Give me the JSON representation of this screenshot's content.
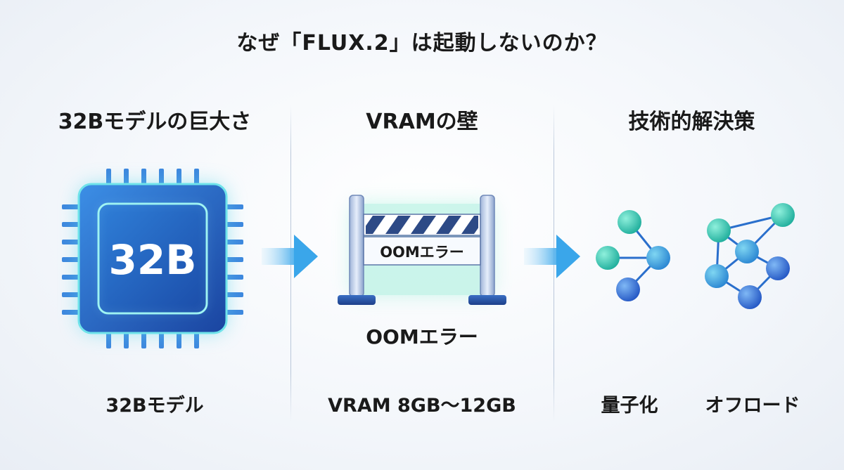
{
  "title": "なぜ「FLUX.2」は起動しないのか？",
  "columns": [
    {
      "heading": "32Bモデルの巨大さ",
      "chip_label": "32B",
      "caption": "32Bモデル"
    },
    {
      "heading": "VRAMの壁",
      "barrier_sign": "OOMエラー",
      "label": "OOMエラー",
      "caption": "VRAM 8GB〜12GB"
    },
    {
      "heading": "技術的解決策",
      "captions": [
        "量子化",
        "オフロード"
      ]
    }
  ],
  "icons": [
    "chip-icon",
    "arrow-right-icon",
    "barrier-icon",
    "quantization-graph-icon",
    "offload-graph-icon"
  ],
  "colors": {
    "chip_dark": "#1e4fa8",
    "chip_light": "#4aa8ee",
    "glow": "#6fe0e6",
    "arrow": "#48b6ec",
    "node_teal": "#2fc9b0",
    "node_blue": "#2f6fd8"
  }
}
